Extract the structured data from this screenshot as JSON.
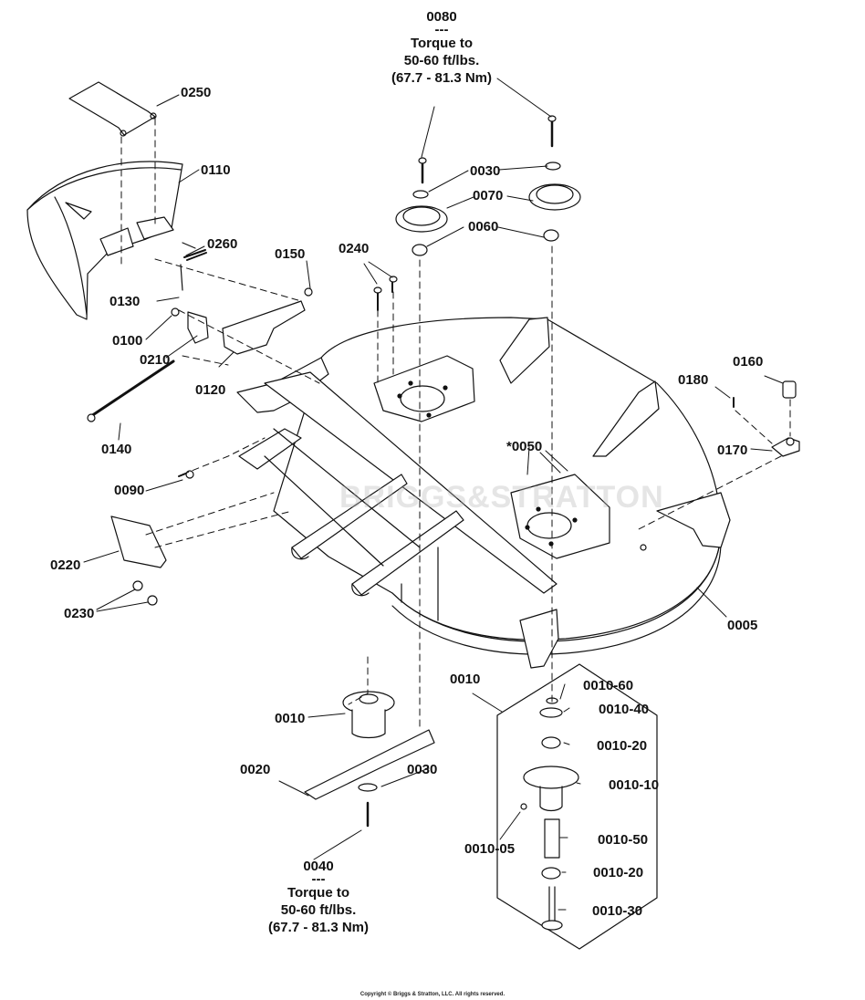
{
  "watermark": "BRIGGS&STRATTON",
  "copyright": "Copyright © Briggs & Stratton, LLC. All rights reserved.",
  "notes": {
    "top": {
      "part": "0080",
      "sep": "---",
      "line1": "Torque to",
      "line2": "50-60 ft/lbs.",
      "line3": "(67.7 - 81.3 Nm)"
    },
    "bottom": {
      "part": "0040",
      "sep": "---",
      "line1": "Torque to",
      "line2": "50-60 ft/lbs.",
      "line3": "(67.7 - 81.3 Nm)"
    }
  },
  "callouts": [
    {
      "id": "0250",
      "text": "0250"
    },
    {
      "id": "0110",
      "text": "0110"
    },
    {
      "id": "0260",
      "text": "0260"
    },
    {
      "id": "0150",
      "text": "0150"
    },
    {
      "id": "0240",
      "text": "0240"
    },
    {
      "id": "0130",
      "text": "0130"
    },
    {
      "id": "0100",
      "text": "0100"
    },
    {
      "id": "0210",
      "text": "0210"
    },
    {
      "id": "0120",
      "text": "0120"
    },
    {
      "id": "0140",
      "text": "0140"
    },
    {
      "id": "0090",
      "text": "0090"
    },
    {
      "id": "0220",
      "text": "0220"
    },
    {
      "id": "0230",
      "text": "0230"
    },
    {
      "id": "0030a",
      "text": "0030"
    },
    {
      "id": "0070",
      "text": "0070"
    },
    {
      "id": "0060",
      "text": "0060"
    },
    {
      "id": "0180",
      "text": "0180"
    },
    {
      "id": "0160",
      "text": "0160"
    },
    {
      "id": "0170",
      "text": "0170"
    },
    {
      "id": "0050",
      "text": "*0050"
    },
    {
      "id": "0005",
      "text": "0005"
    },
    {
      "id": "0010a",
      "text": "0010"
    },
    {
      "id": "0010b",
      "text": "0010"
    },
    {
      "id": "0020",
      "text": "0020"
    },
    {
      "id": "0030b",
      "text": "0030"
    },
    {
      "id": "0010-60",
      "text": "0010-60"
    },
    {
      "id": "0010-40",
      "text": "0010-40"
    },
    {
      "id": "0010-20a",
      "text": "0010-20"
    },
    {
      "id": "0010-10",
      "text": "0010-10"
    },
    {
      "id": "0010-05",
      "text": "0010-05"
    },
    {
      "id": "0010-50",
      "text": "0010-50"
    },
    {
      "id": "0010-20b",
      "text": "0010-20"
    },
    {
      "id": "0010-30",
      "text": "0010-30"
    }
  ]
}
